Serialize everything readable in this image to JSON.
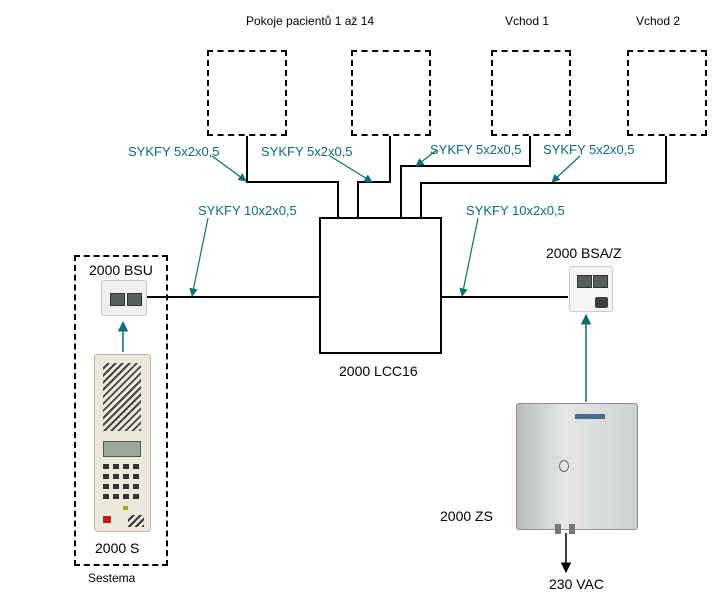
{
  "top_labels": {
    "rooms": "Pokoje pacientů 1 až 14",
    "entrance1": "Vchod 1",
    "entrance2": "Vchod 2"
  },
  "cables": {
    "c1": "SYKFY 5x2x0,5",
    "c2": "SYKFY 5x2x0,5",
    "c3": "SYKFY 5x2x0,5",
    "c4": "SYKFY 5x2x0,5",
    "c5": "SYKFY 10x2x0,5",
    "c6": "SYKFY 10x2x0,5"
  },
  "devices": {
    "bsu": "2000 BSU",
    "s": "2000 S",
    "sestema": "Sestema",
    "lcc": "2000 LCC16",
    "bsa": "2000 BSA/Z",
    "zs": "2000 ZS",
    "vac": "230 VAC"
  },
  "colors": {
    "line": "#000000",
    "cable_label": "#0e6e6e",
    "pointer": "#0e6e6e"
  }
}
